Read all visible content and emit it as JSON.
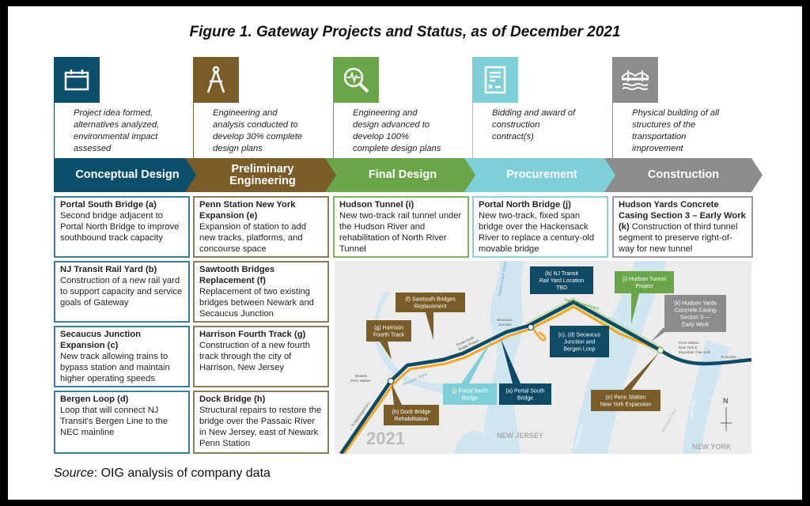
{
  "title": "Figure 1. Gateway Projects and Status, as of December 2021",
  "stages": [
    {
      "name": "Conceptual Design",
      "name2": "",
      "desc": [
        "Project idea formed,",
        "alternatives analyzed,",
        "environmental impact",
        "assessed"
      ],
      "color": "#0b4f6c",
      "icon": "calendar-icon"
    },
    {
      "name": "Preliminary",
      "name2": "Engineering",
      "desc": [
        "Engineering and",
        "analysis conducted to",
        "develop 30% complete",
        "design plans"
      ],
      "color": "#7a5c29",
      "icon": "compass-drafting-icon"
    },
    {
      "name": "Final Design",
      "name2": "",
      "desc": [
        "Engineering and",
        "design advanced to",
        "develop 100%",
        "complete design plans"
      ],
      "color": "#6aa54a",
      "icon": "magnifier-pulse-icon"
    },
    {
      "name": "Procurement",
      "name2": "",
      "desc": [
        "Bidding and award of",
        "construction",
        "contract(s)"
      ],
      "color": "#7fcfd8",
      "icon": "contract-document-icon"
    },
    {
      "name": "Construction",
      "name2": "",
      "desc": [
        "Physical building of all",
        "structures of the",
        "transportation",
        "improvement"
      ],
      "color": "#8c8c8c",
      "icon": "bridge-icon"
    }
  ],
  "projects": {
    "a": {
      "title": "Portal South Bridge (a)",
      "text": "Second bridge adjacent to Portal North Bridge to improve southbound track capacity"
    },
    "b": {
      "title": "NJ Transit Rail Yard (b)",
      "text": "Construction of a new rail yard to support capacity and service goals of Gateway"
    },
    "c": {
      "title": "Secaucus Junction Expansion (c)",
      "text": "New track allowing trains to bypass station and maintain higher operating speeds"
    },
    "d": {
      "title": "Bergen Loop (d)",
      "text": "Loop that will connect NJ Transit's Bergen Line to the NEC mainline"
    },
    "e": {
      "title": "Penn Station New York Expansion (e)",
      "text": "Expansion of station to add new tracks, platforms, and concourse space"
    },
    "f": {
      "title": "Sawtooth Bridges Replacement (f)",
      "text": "Replacement of two existing bridges between Newark and Secaucus Junction"
    },
    "g": {
      "title": "Harrison Fourth Track (g)",
      "text": "Construction of a new fourth track through the city of Harrison, New Jersey"
    },
    "h": {
      "title": "Dock Bridge (h)",
      "text": "Structural repairs to restore the bridge over the Passaic River in New Jersey, east of Newark Penn Station"
    },
    "i": {
      "title": "Hudson Tunnel (i)",
      "text": "New two-track rail tunnel under the Hudson River and rehabilitation of North River Tunnel"
    },
    "j": {
      "title": "Portal North Bridge (j)",
      "text": "New two-track, fixed span bridge over the Hackensack River to replace a century-old movable bridge"
    },
    "k": {
      "title": "Hudson Yards Concrete Casing Section 3 – Early Work (k)",
      "text": "Construction of third tunnel segment to preserve right-of-way for new tunnel"
    }
  },
  "map": {
    "year": "2021",
    "nj": "NEW JERSEY",
    "ny": "NEW YORK",
    "north": "N",
    "callouts": {
      "f": [
        "(f) Sawtooth Bridges",
        "Replacement"
      ],
      "g": [
        "(g) Harrison",
        "Fourth Track"
      ],
      "h": [
        "(h) Dock Bridge",
        "Rehabilitation"
      ],
      "j": [
        "(j) Portal North",
        "Bridge"
      ],
      "a": [
        "(a) Portal South",
        "Bridge"
      ],
      "b": [
        "(b) NJ Transit",
        "Rail Yard Location",
        "TBD"
      ],
      "cd": [
        "(c), (d) Secaucus",
        "Junction and",
        "Bergen Loop"
      ],
      "i": [
        "(i) Hudson Tunnel",
        "Project"
      ],
      "k": [
        "(k) Hudson Yards",
        "Concrete Casing",
        "Section 3 —",
        "Early Work"
      ],
      "e": [
        "(e) Penn Station",
        "New York Expansion"
      ]
    },
    "labels": {
      "newark": [
        "Newark",
        "Penn Station"
      ],
      "secaucus": [
        "Secaucus",
        "Junction"
      ],
      "penn": [
        "Penn Station",
        "New York &",
        "Moynihan Train Hall"
      ],
      "dc": "← To Washington D.C.",
      "boston": "To Boston →",
      "portal": [
        "Portal North",
        "Bridge Project"
      ],
      "tunnel": "Hudson Tunnel Project",
      "hudson": "Hudson River",
      "east": "East River",
      "passaic": "Passaic River",
      "hack": "Hackensack River",
      "manhattan": "MANHATTAN"
    }
  },
  "source": {
    "label": "Source",
    "text": ": OIG analysis of company data"
  }
}
